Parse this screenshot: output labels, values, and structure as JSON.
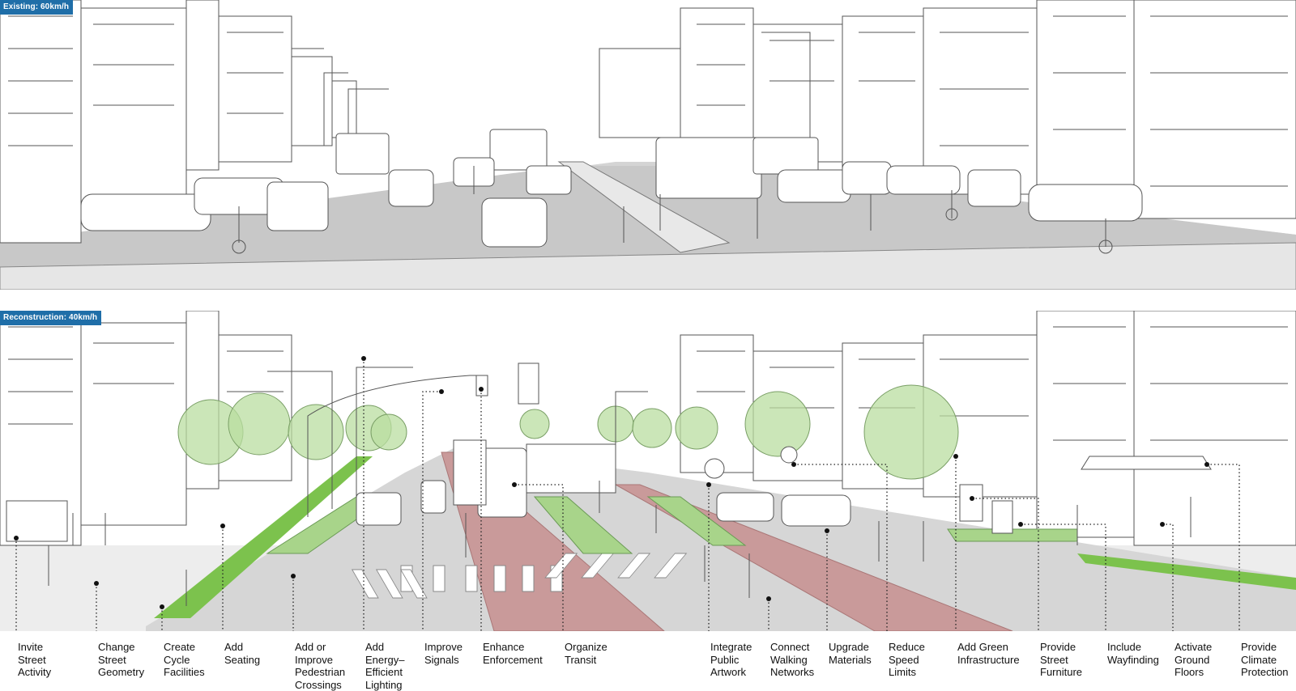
{
  "panels": {
    "existing": {
      "tag": "Existing: 60km/h"
    },
    "reconstruction": {
      "tag": "Reconstruction: 40km/h"
    }
  },
  "colors": {
    "tag": "#1f6ea8",
    "road_existing": "#cfcfcf",
    "transit_lane": "#c99a9a",
    "greenery": "#a8d48a",
    "bike_lane": "#7cc24d"
  },
  "callouts": [
    {
      "id": "invite-street-activity",
      "text": "Invite\nStreet\nActivity"
    },
    {
      "id": "change-street-geometry",
      "text": "Change\nStreet\nGeometry"
    },
    {
      "id": "create-cycle-facilities",
      "text": "Create\nCycle\nFacilities"
    },
    {
      "id": "add-seating",
      "text": "Add\nSeating"
    },
    {
      "id": "add-or-improve-pedestrian-crossings",
      "text": "Add or\nImprove\nPedestrian\nCrossings"
    },
    {
      "id": "add-energy-efficient-lighting",
      "text": "Add\nEnergy–\nEfficient\nLighting"
    },
    {
      "id": "improve-signals",
      "text": "Improve\nSignals"
    },
    {
      "id": "enhance-enforcement",
      "text": "Enhance\nEnforcement"
    },
    {
      "id": "organize-transit",
      "text": "Organize\nTransit"
    },
    {
      "id": "integrate-public-artwork",
      "text": "Integrate\nPublic\nArtwork"
    },
    {
      "id": "connect-walking-networks",
      "text": "Connect\nWalking\nNetworks"
    },
    {
      "id": "upgrade-materials",
      "text": "Upgrade\nMaterials"
    },
    {
      "id": "reduce-speed-limits",
      "text": "Reduce\nSpeed\nLimits"
    },
    {
      "id": "add-green-infrastructure",
      "text": "Add Green\nInfrastructure"
    },
    {
      "id": "provide-street-furniture",
      "text": "Provide\nStreet\nFurniture"
    },
    {
      "id": "include-wayfinding",
      "text": "Include\nWayfinding"
    },
    {
      "id": "activate-ground-floors",
      "text": "Activate\nGround\nFloors"
    },
    {
      "id": "provide-climate-protection",
      "text": "Provide\nClimate\nProtection"
    }
  ]
}
